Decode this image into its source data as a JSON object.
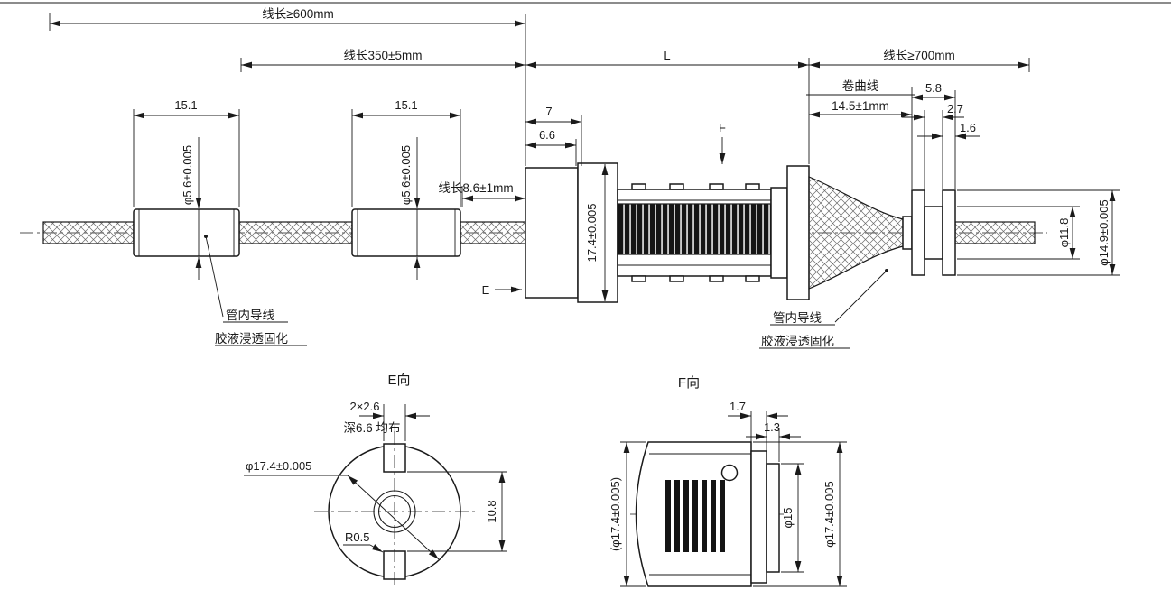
{
  "drawing": {
    "main": {
      "wire600": "线长≥600mm",
      "wire350": "线长350±5mm",
      "L": "L",
      "wire700": "线长≥700mm",
      "coilWireLabel": "卷曲线",
      "coilWireDim": "14.5±1mm",
      "d58": "5.8",
      "d27": "2.7",
      "d16": "1.6",
      "ferrule1Len": "15.1",
      "ferrule2Len": "15.1",
      "ferrule1Dia": "φ5.6±0.005",
      "ferrule2Dia": "φ5.6±0.005",
      "wire86": "线长8.6±1mm",
      "d7": "7",
      "d66": "6.6",
      "bodyDia": "17.4±0.005",
      "viewF": "F",
      "viewE": "E",
      "d118": "φ11.8",
      "d149": "φ14.9±0.005",
      "calloutLeft1": "管内导线",
      "calloutLeft2": "胶液浸透固化",
      "calloutRight1": "管内导线",
      "calloutRight2": "胶液浸透固化"
    },
    "viewE": {
      "title": "E向",
      "slots": "2×2.6",
      "depth": "深6.6 均布",
      "dia": "φ17.4±0.005",
      "fillet": "R0.5",
      "d108": "10.8"
    },
    "viewF": {
      "title": "F向",
      "d17": "1.7",
      "d13": "1.3",
      "diaRef": "(φ17.4±0.005)",
      "d15": "φ15",
      "dia": "φ17.4±0.005"
    }
  }
}
